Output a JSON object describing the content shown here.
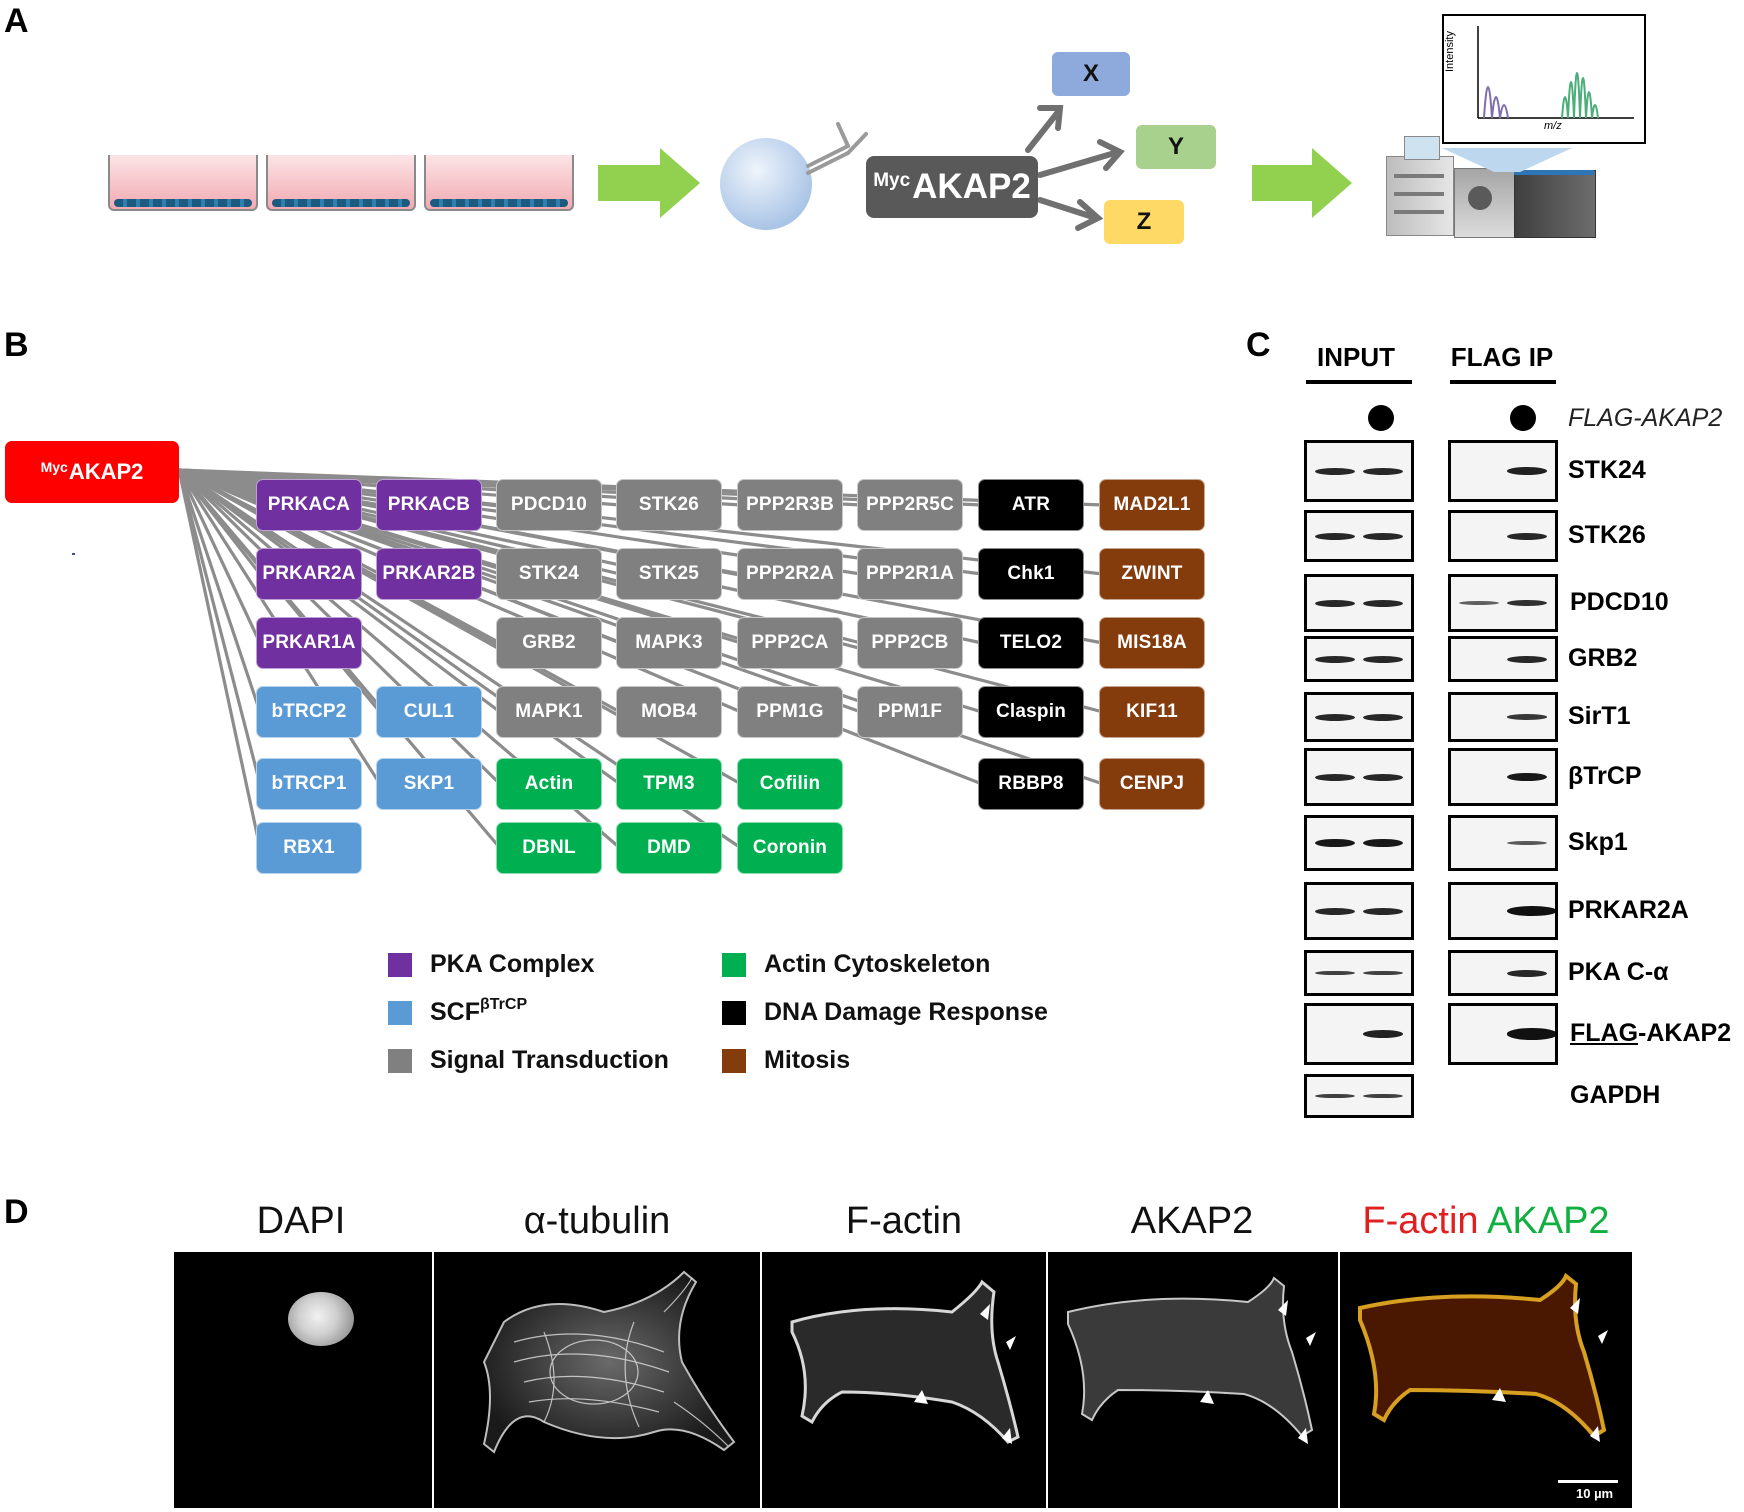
{
  "panel_labels": {
    "a": "A",
    "b": "B",
    "c": "C",
    "d": "D"
  },
  "workflow": {
    "bait_sup": "Myc",
    "bait": "AKAP2",
    "targets": [
      "X",
      "Y",
      "Z"
    ],
    "ms_ylabel": "Intensity",
    "ms_xlabel": "m/z"
  },
  "network": {
    "root_sup": "Myc",
    "root": "AKAP2",
    "colors": {
      "pka": "#7030A0",
      "scf": "#5B9BD5",
      "signal": "#808080",
      "actin": "#00B050",
      "dna": "#000000",
      "mitosis": "#843C0C",
      "root": "#FF0000"
    },
    "nodes": [
      {
        "label": "PRKACA",
        "cat": "pka",
        "col": 0,
        "row": 0
      },
      {
        "label": "PRKACB",
        "cat": "pka",
        "col": 1,
        "row": 0
      },
      {
        "label": "PDCD10",
        "cat": "signal",
        "col": 2,
        "row": 0
      },
      {
        "label": "STK26",
        "cat": "signal",
        "col": 3,
        "row": 0
      },
      {
        "label": "PPP2R3B",
        "cat": "signal",
        "col": 4,
        "row": 0
      },
      {
        "label": "PPP2R5C",
        "cat": "signal",
        "col": 5,
        "row": 0
      },
      {
        "label": "ATR",
        "cat": "dna",
        "col": 6,
        "row": 0
      },
      {
        "label": "MAD2L1",
        "cat": "mitosis",
        "col": 7,
        "row": 0
      },
      {
        "label": "PRKAR2A",
        "cat": "pka",
        "col": 0,
        "row": 1
      },
      {
        "label": "PRKAR2B",
        "cat": "pka",
        "col": 1,
        "row": 1
      },
      {
        "label": "STK24",
        "cat": "signal",
        "col": 2,
        "row": 1
      },
      {
        "label": "STK25",
        "cat": "signal",
        "col": 3,
        "row": 1
      },
      {
        "label": "PPP2R2A",
        "cat": "signal",
        "col": 4,
        "row": 1
      },
      {
        "label": "PPP2R1A",
        "cat": "signal",
        "col": 5,
        "row": 1
      },
      {
        "label": "Chk1",
        "cat": "dna",
        "col": 6,
        "row": 1
      },
      {
        "label": "ZWINT",
        "cat": "mitosis",
        "col": 7,
        "row": 1
      },
      {
        "label": "PRKAR1A",
        "cat": "pka",
        "col": 0,
        "row": 2
      },
      {
        "label": "GRB2",
        "cat": "signal",
        "col": 2,
        "row": 2
      },
      {
        "label": "MAPK3",
        "cat": "signal",
        "col": 3,
        "row": 2
      },
      {
        "label": "PPP2CA",
        "cat": "signal",
        "col": 4,
        "row": 2
      },
      {
        "label": "PPP2CB",
        "cat": "signal",
        "col": 5,
        "row": 2
      },
      {
        "label": "TELO2",
        "cat": "dna",
        "col": 6,
        "row": 2
      },
      {
        "label": "MIS18A",
        "cat": "mitosis",
        "col": 7,
        "row": 2
      },
      {
        "label": "bTRCP2",
        "cat": "scf",
        "col": 0,
        "row": 3
      },
      {
        "label": "CUL1",
        "cat": "scf",
        "col": 1,
        "row": 3
      },
      {
        "label": "MAPK1",
        "cat": "signal",
        "col": 2,
        "row": 3
      },
      {
        "label": "MOB4",
        "cat": "signal",
        "col": 3,
        "row": 3
      },
      {
        "label": "PPM1G",
        "cat": "signal",
        "col": 4,
        "row": 3
      },
      {
        "label": "PPM1F",
        "cat": "signal",
        "col": 5,
        "row": 3
      },
      {
        "label": "Claspin",
        "cat": "dna",
        "col": 6,
        "row": 3
      },
      {
        "label": "KIF11",
        "cat": "mitosis",
        "col": 7,
        "row": 3
      },
      {
        "label": "bTRCP1",
        "cat": "scf",
        "col": 0,
        "row": 4
      },
      {
        "label": "SKP1",
        "cat": "scf",
        "col": 1,
        "row": 4
      },
      {
        "label": "Actin",
        "cat": "actin",
        "col": 2,
        "row": 4
      },
      {
        "label": "TPM3",
        "cat": "actin",
        "col": 3,
        "row": 4
      },
      {
        "label": "Cofilin",
        "cat": "actin",
        "col": 4,
        "row": 4
      },
      {
        "label": "RBBP8",
        "cat": "dna",
        "col": 6,
        "row": 4
      },
      {
        "label": "CENPJ",
        "cat": "mitosis",
        "col": 7,
        "row": 4
      },
      {
        "label": "RBX1",
        "cat": "scf",
        "col": 0,
        "row": 5
      },
      {
        "label": "DBNL",
        "cat": "actin",
        "col": 2,
        "row": 5
      },
      {
        "label": "DMD",
        "cat": "actin",
        "col": 3,
        "row": 5
      },
      {
        "label": "Coronin",
        "cat": "actin",
        "col": 4,
        "row": 5
      }
    ]
  },
  "legend": {
    "pka": "PKA Complex",
    "scf": "SCF",
    "scf_sup": "βTrCP",
    "signal": "Signal Transduction",
    "actin": "Actin Cytoskeleton",
    "dna": "DNA Damage Response",
    "mitosis": "Mitosis"
  },
  "blot": {
    "input_header": "INPUT",
    "ip_header": "FLAG IP",
    "condition_label": "FLAG-AKAP2",
    "rows": [
      {
        "label": "STK24"
      },
      {
        "label": "STK26"
      },
      {
        "label": "PDCD10"
      },
      {
        "label": "GRB2"
      },
      {
        "label": "SirT1"
      },
      {
        "label": "βTrCP"
      },
      {
        "label": "Skp1"
      },
      {
        "label": "PRKAR2A"
      },
      {
        "label": "PKA C-α"
      },
      {
        "label_underlined": "FLAG",
        "label_rest": "-AKAP2"
      },
      {
        "label": "GAPDH"
      }
    ]
  },
  "microscopy": {
    "titles": [
      "DAPI",
      "α-tubulin",
      "F-actin",
      "AKAP2"
    ],
    "merge_red": "F-actin",
    "merge_green": "AKAP2",
    "scale_bar": "10 µm"
  }
}
